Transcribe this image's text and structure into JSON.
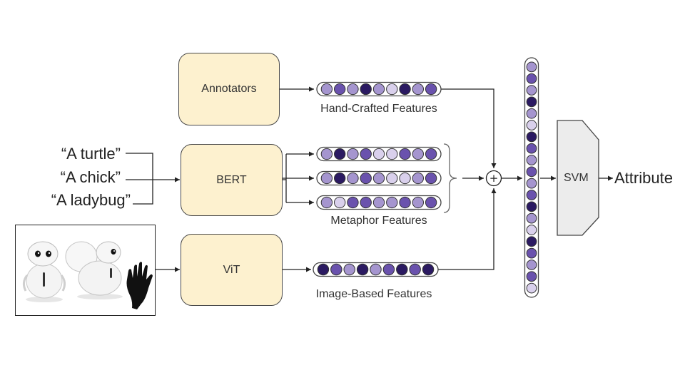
{
  "inputs": {
    "quotes": [
      "“A turtle”",
      "“A chick”",
      "“A ladybug”"
    ]
  },
  "models": {
    "annotators": "Annotators",
    "bert": "BERT",
    "vit": "ViT",
    "svm": "SVM"
  },
  "features": {
    "hand_crafted_label": "Hand-Crafted Features",
    "metaphor_label": "Metaphor Features",
    "image_based_label": "Image-Based Features"
  },
  "operator": "+",
  "output": "Attribute",
  "colors": {
    "box_fill": "#fdf1cf",
    "svm_fill": "#ececec",
    "shade_1": "#d9d0ec",
    "shade_2": "#a595cf",
    "shade_3": "#6a52ad",
    "shade_4": "#2b1a62"
  },
  "vectors": {
    "hand_crafted": [
      2,
      3,
      2,
      4,
      2,
      1,
      4,
      2,
      3
    ],
    "metaphor_1": [
      2,
      4,
      2,
      3,
      1,
      1,
      3,
      2,
      3
    ],
    "metaphor_2": [
      2,
      4,
      2,
      3,
      2,
      1,
      1,
      2,
      3
    ],
    "metaphor_3": [
      2,
      1,
      3,
      3,
      2,
      2,
      3,
      2,
      3
    ],
    "image_based": [
      4,
      3,
      2,
      4,
      2,
      3,
      4,
      3,
      4
    ],
    "combined": [
      2,
      3,
      2,
      4,
      2,
      1,
      4,
      3,
      2,
      3,
      2,
      3,
      4,
      2,
      1,
      4,
      3,
      2,
      3,
      1
    ]
  }
}
